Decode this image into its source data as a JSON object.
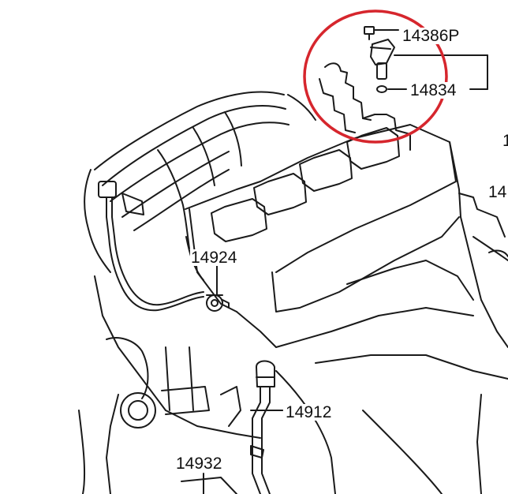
{
  "diagram": {
    "labels": {
      "bolt_part": "14386P",
      "sensor_oring_part": "14834",
      "harness_part": "14924",
      "connector_part": "14912",
      "bottom_part": "14932",
      "cut_right_upper": "1",
      "cut_right_middle": "14"
    },
    "highlight_color": "#d6262d",
    "line_color": "#1a1a1a"
  }
}
